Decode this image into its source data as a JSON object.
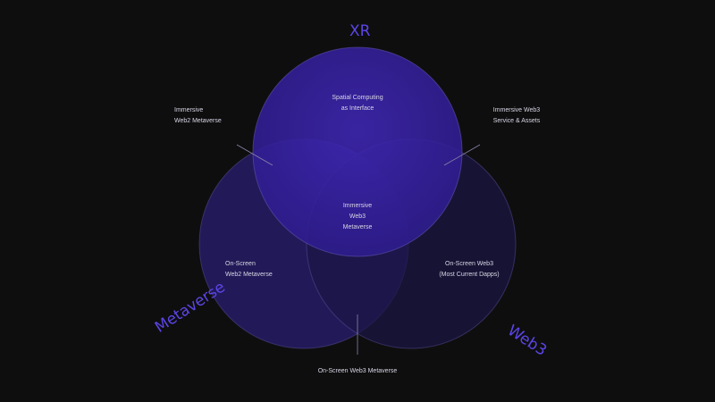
{
  "circles": {
    "xr": "XR",
    "metaverse": "Metaverse",
    "web3": "Web3"
  },
  "regions": {
    "xr_only": [
      "Spatial Computing",
      "as Interface"
    ],
    "xr_metaverse": [
      "Immersive",
      "Web2 Metaverse"
    ],
    "xr_web3": [
      "Immersive Web3",
      "Service & Assets"
    ],
    "center": [
      "Immersive",
      "Web3",
      "Metaverse"
    ],
    "metaverse_only": [
      "On-Screen",
      "Web2 Metaverse"
    ],
    "web3_only": [
      "On-Screen Web3",
      "(Most Current Dapps)"
    ],
    "metaverse_web3": "On-Screen Web3 Metaverse"
  },
  "colors": {
    "background": "#0e0e0f",
    "accent": "#5b45e6",
    "xr_fill": "#3a22a8",
    "metaverse_fill": "#2a1f70",
    "web3_fill": "#1a1640",
    "text": "#d7d6e4"
  }
}
